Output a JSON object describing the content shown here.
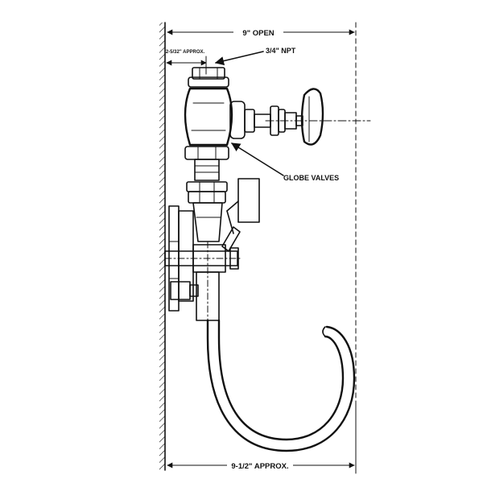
{
  "dimensions": {
    "top_width": "9\" OPEN",
    "side_offset": "2-5/32\" APPROX.",
    "bottom_width": "9-1/2\" APPROX."
  },
  "callouts": {
    "npt": "3/4\" NPT",
    "globe_valves": "GLOBE VALVES"
  }
}
